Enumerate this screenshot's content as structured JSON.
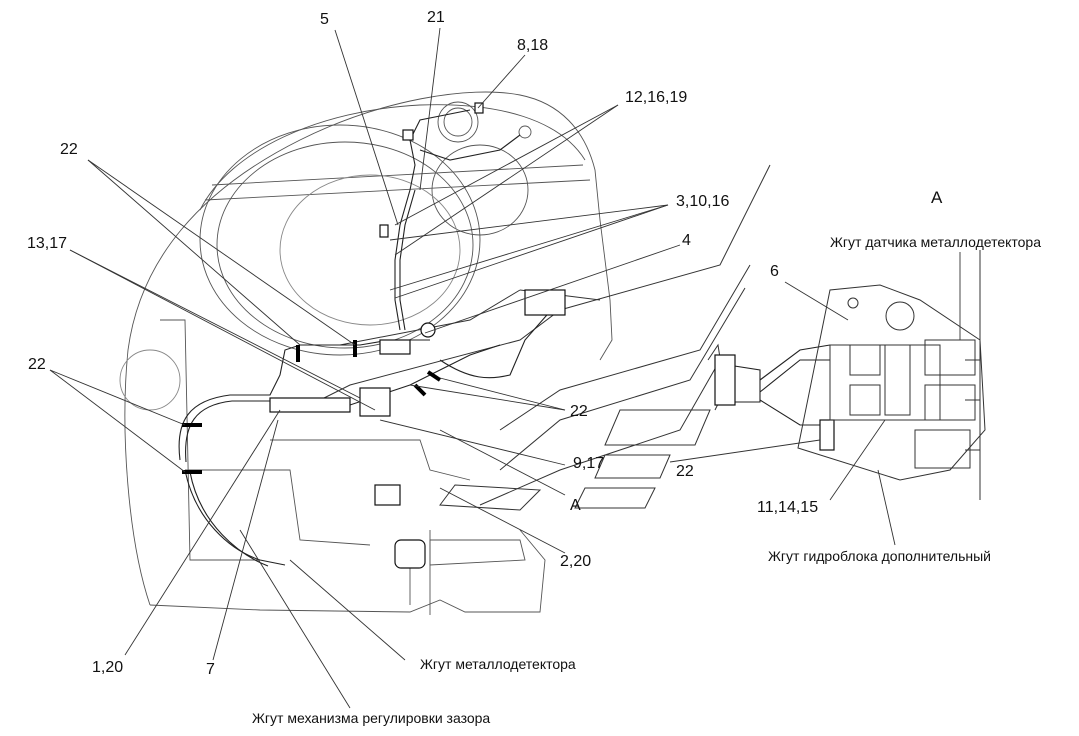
{
  "callouts": {
    "c5": "5",
    "c21": "21",
    "c8_18": "8,18",
    "c12_16_19": "12,16,19",
    "c22_top": "22",
    "c3_10_16": "3,10,16",
    "c4": "4",
    "c13_17": "13,17",
    "c22_left": "22",
    "c22_mid": "22",
    "c9_17": "9,17",
    "c22_right": "22",
    "cA_main": "A",
    "c2_20": "2,20",
    "c1_20": "1,20",
    "c7": "7",
    "c6": "6",
    "c11_14_15": "11,14,15"
  },
  "view_a": {
    "title": "A"
  },
  "harness_labels": {
    "metal_detector_sensor": "Жгут датчика металлодетектора",
    "hydroblock_additional": "Жгут гидроблока дополнительный",
    "metal_detector": "Жгут металлодетектора",
    "gap_adjust_mechanism": "Жгут механизма регулировки зазора"
  }
}
